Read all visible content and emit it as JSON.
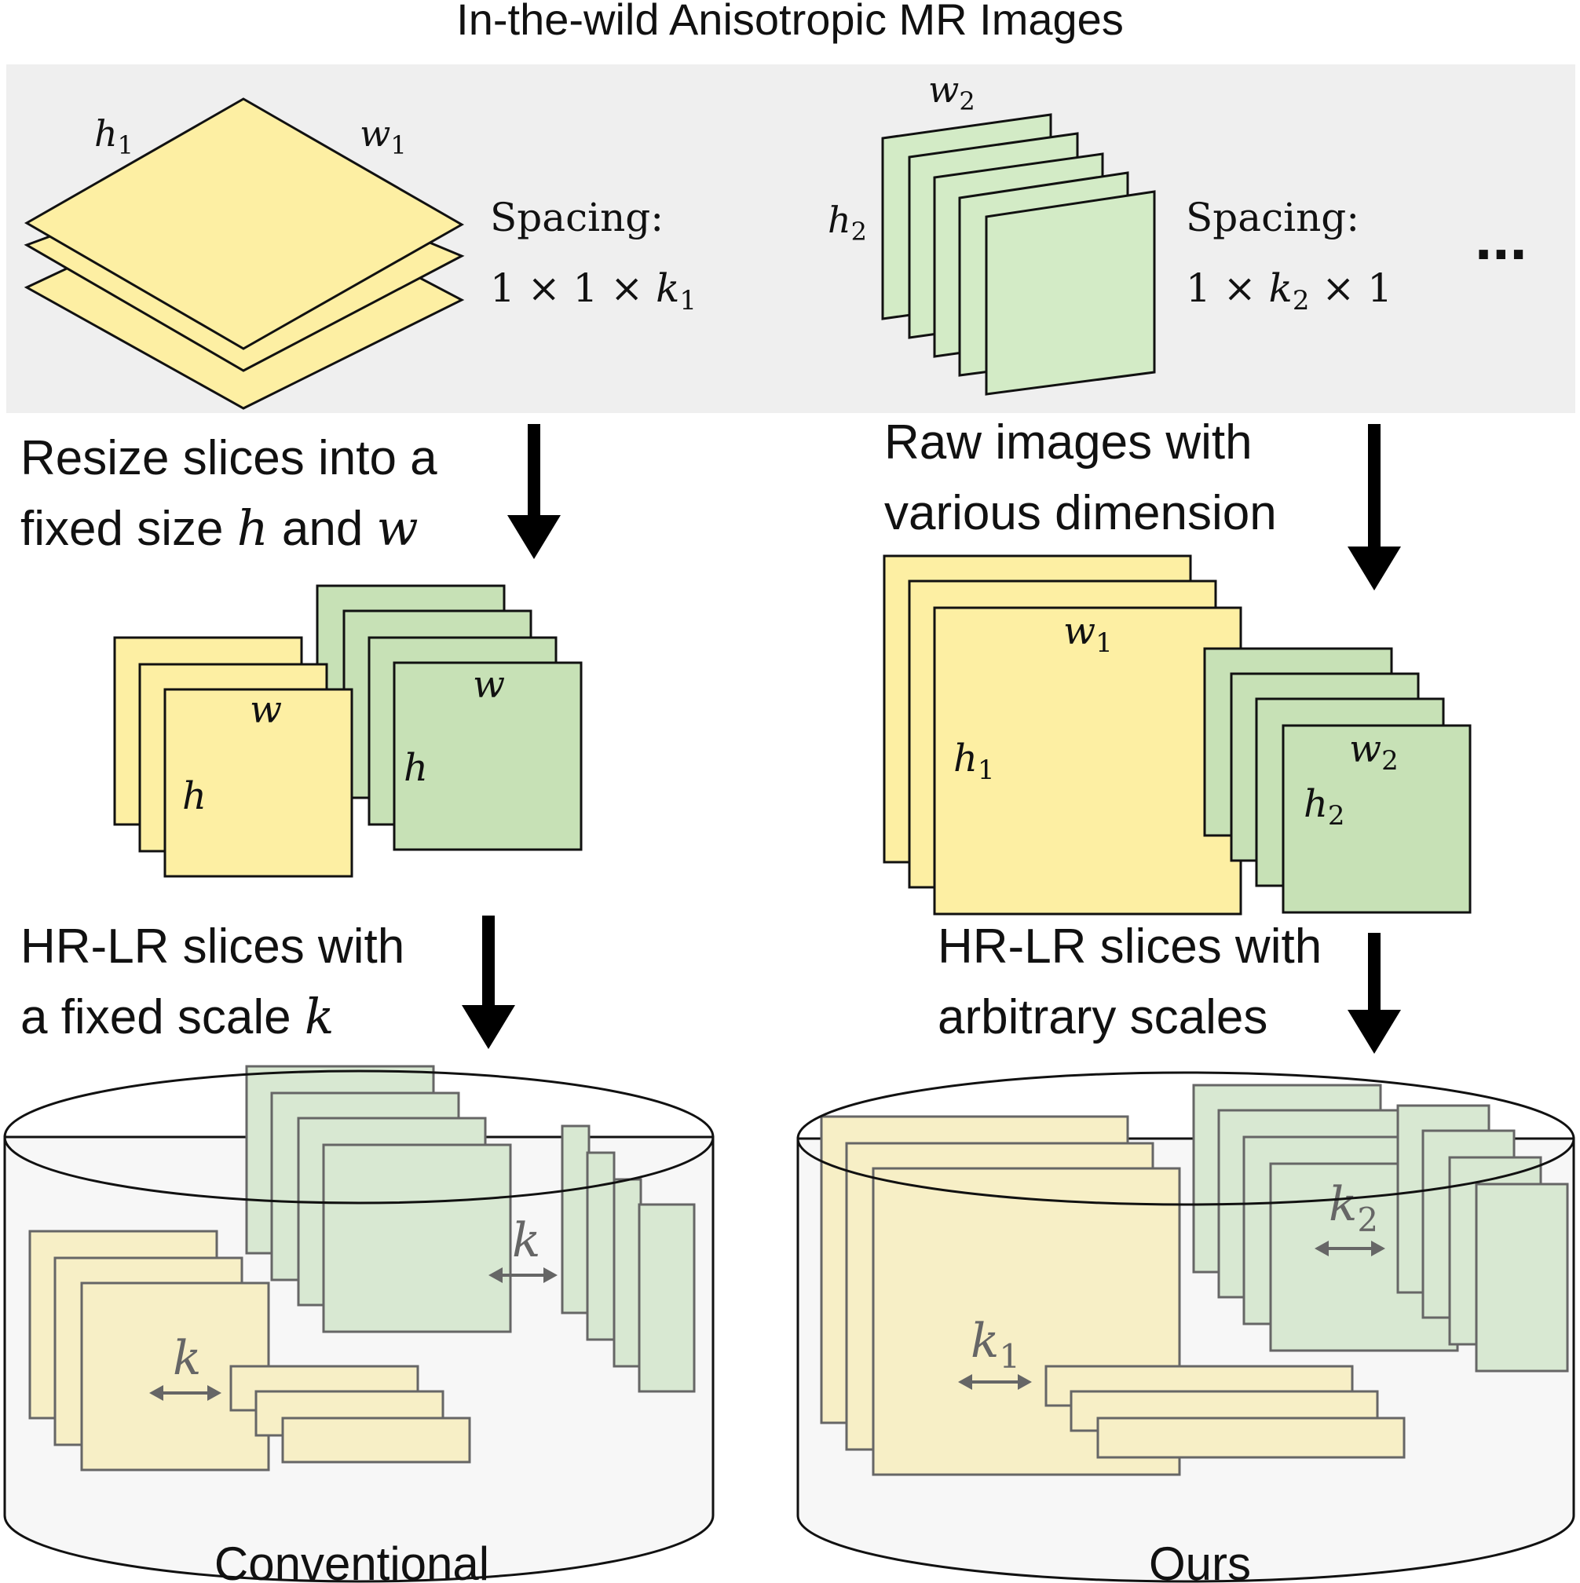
{
  "title": "In-the-wild Anisotropic MR Images",
  "top_panel": {
    "left_stack": {
      "h": "h",
      "h_sub": "1",
      "w": "w",
      "w_sub": "1"
    },
    "left_spacing_label": "Spacing:",
    "left_spacing_value": {
      "a": "1",
      "x1": "×",
      "b": "1",
      "x2": "×",
      "k": "k",
      "k_sub": "1"
    },
    "right_stack": {
      "h": "h",
      "h_sub": "2",
      "w": "w",
      "w_sub": "2"
    },
    "right_spacing_label": "Spacing:",
    "right_spacing_value": {
      "a": "1",
      "x1": "×",
      "k": "k",
      "k_sub": "2",
      "x2": "×",
      "b": "1"
    },
    "ellipsis": "..."
  },
  "left_column": {
    "step1_line1": "Resize slices into a",
    "step1_line2_text": "fixed size",
    "step1_line2_h": "h",
    "step1_line2_and": "and",
    "step1_line2_w": "w",
    "resized_yellow": {
      "w": "w",
      "h": "h"
    },
    "resized_green": {
      "w": "w",
      "h": "h"
    },
    "step2_line1": "HR-LR slices with",
    "step2_line2_text": "a fixed scale",
    "step2_line2_k": "k",
    "db_labels": {
      "k_green": "k",
      "k_yellow": "k"
    },
    "caption": "Conventional"
  },
  "right_column": {
    "step1_line1": "Raw images with",
    "step1_line2": "various dimension",
    "raw_yellow": {
      "w": "w",
      "w_sub": "1",
      "h": "h",
      "h_sub": "1"
    },
    "raw_green": {
      "w": "w",
      "w_sub": "2",
      "h": "h",
      "h_sub": "2"
    },
    "step2_line1": "HR-LR slices with",
    "step2_line2": "arbitrary scales",
    "db_labels": {
      "k2": "k",
      "k2_sub": "2",
      "k1": "k",
      "k1_sub": "1"
    },
    "caption": "Ours"
  }
}
